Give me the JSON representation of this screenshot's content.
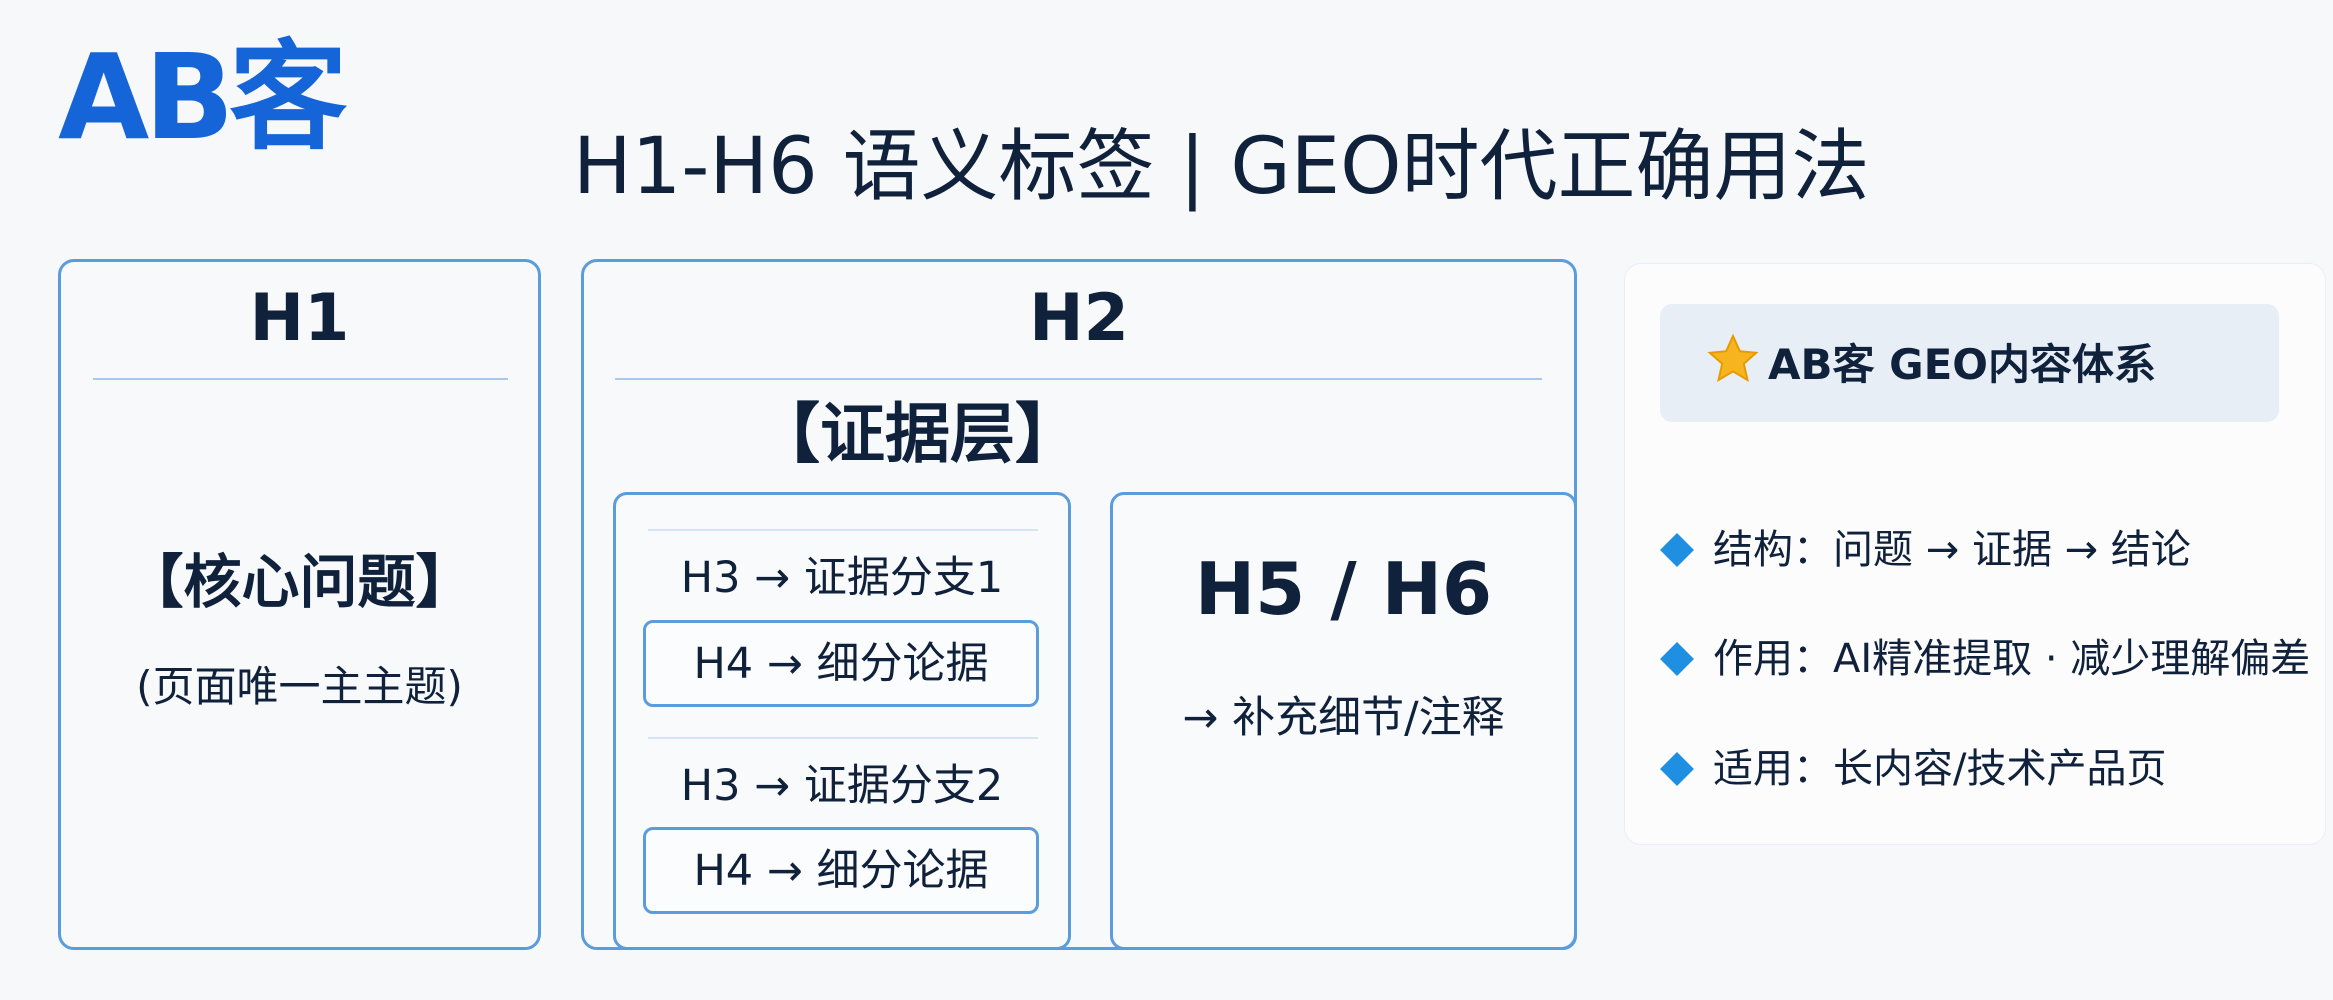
{
  "brand": {
    "logo": "AB客"
  },
  "page": {
    "title": "H1-H6 语义标签 | GEO时代正确用法"
  },
  "diagram": {
    "h1": {
      "heading": "H1",
      "label": "【核心问题】",
      "sublabel": "(页面唯一主主题)"
    },
    "h2": {
      "heading": "H2",
      "layer": "【证据层】",
      "branches": [
        {
          "h3": "H3 → 证据分支1",
          "h4": "H4 → 细分论据"
        },
        {
          "h3": "H3 → 证据分支2",
          "h4": "H4 → 细分论据"
        }
      ],
      "h56": {
        "heading": "H5 / H6",
        "description": "→ 补充细节/注释"
      }
    }
  },
  "system": {
    "icon": "star-icon",
    "title": "AB客 GEO内容体系",
    "items": [
      "结构：问题 → 证据 → 结论",
      "作用：AI精准提取 · 减少理解偏差",
      "适用：长内容/技术产品页"
    ]
  },
  "colors": {
    "brand_blue": "#1565d8",
    "border_blue": "#5a9cdc",
    "bullet_blue": "#1f8fe2",
    "star_gold": "#f6b51e",
    "text_dark": "#10213b"
  }
}
